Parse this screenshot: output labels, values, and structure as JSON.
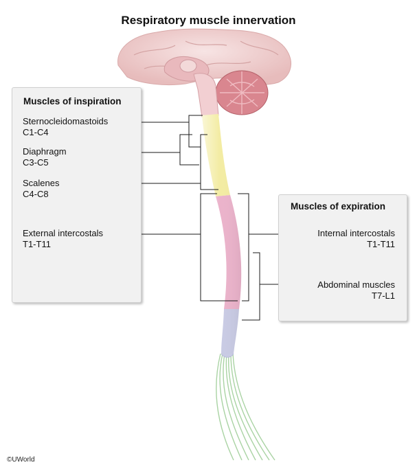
{
  "title": "Respiratory muscle innervation",
  "copyright": "©UWorld",
  "inspiration": {
    "heading": "Muscles of inspiration",
    "items": [
      {
        "name": "Sternocleidomastoids",
        "segments": "C1-C4"
      },
      {
        "name": "Diaphragm",
        "segments": "C3-C5"
      },
      {
        "name": "Scalenes",
        "segments": "C4-C8"
      },
      {
        "name": "External intercostals",
        "segments": "T1-T11"
      }
    ]
  },
  "expiration": {
    "heading": "Muscles of expiration",
    "items": [
      {
        "name": "Internal intercostals",
        "segments": "T1-T11"
      },
      {
        "name": "Abdominal muscles",
        "segments": "T7-L1"
      }
    ]
  },
  "colors": {
    "cervical": "#f3eca3",
    "thoracic": "#ebb3cb",
    "lumbar": "#c9cbe4",
    "sacral": "#a9d3a3",
    "brain": "#f0d2d2",
    "cerebellum": "#d6848d",
    "panel_bg": "#f1f1f1"
  },
  "icons": [
    "brain-illustration",
    "spinal-cord-illustration"
  ]
}
